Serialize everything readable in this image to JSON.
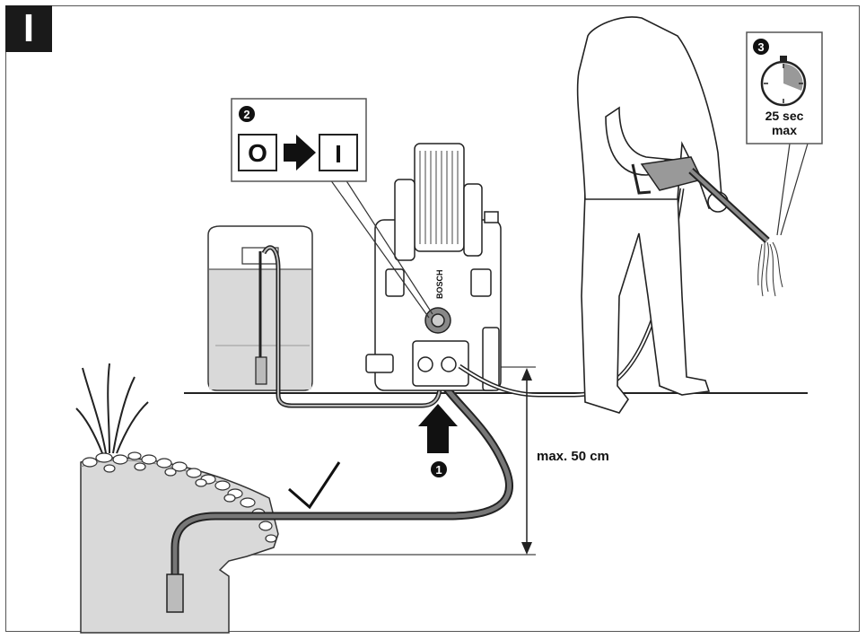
{
  "figure": {
    "letter": "I"
  },
  "callouts": {
    "step1": "1",
    "step2": "2",
    "step3": "3"
  },
  "switch": {
    "off_symbol": "O",
    "on_symbol": "I"
  },
  "timer": {
    "line1": "25 sec",
    "line2": "max"
  },
  "height_limit": {
    "label": "max. 50 cm"
  },
  "brand": {
    "label": "BOSCH"
  },
  "colors": {
    "ink": "#1a1a1a",
    "water": "#d9d9d9",
    "panel_border": "#555555"
  }
}
